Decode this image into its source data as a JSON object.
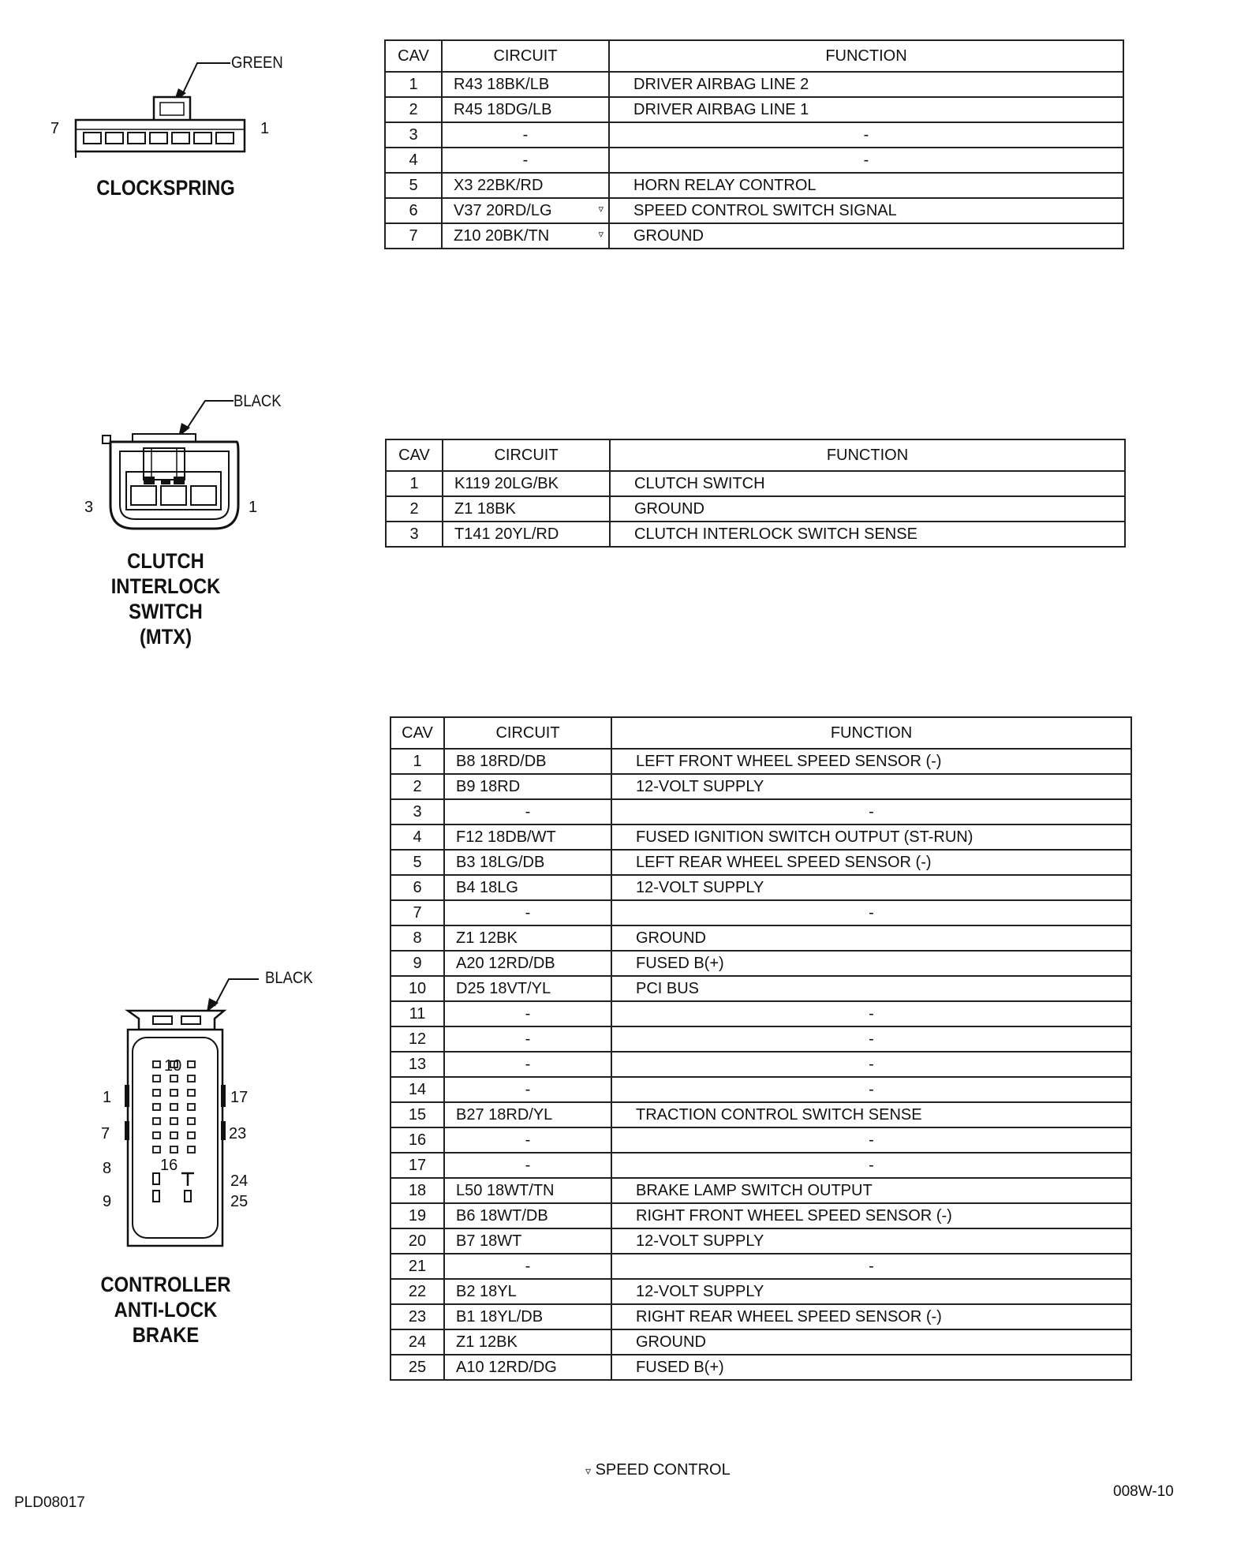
{
  "legend": {
    "symbol": "▿",
    "text": "SPEED CONTROL"
  },
  "footer": {
    "left_code": "PLD08017",
    "right_code": "008W-10"
  },
  "connectors": [
    {
      "title_lines": [
        "CLOCKSPRING"
      ],
      "color": "GREEN",
      "pin_labels": [
        "7",
        "1"
      ],
      "headers": [
        "CAV",
        "CIRCUIT",
        "FUNCTION"
      ],
      "rows": [
        {
          "cav": "1",
          "circuit": "R43 18BK/LB",
          "function": "DRIVER AIRBAG LINE 2"
        },
        {
          "cav": "2",
          "circuit": "R45 18DG/LB",
          "function": "DRIVER AIRBAG LINE 1"
        },
        {
          "cav": "3",
          "circuit": "-",
          "function": "-"
        },
        {
          "cav": "4",
          "circuit": "-",
          "function": "-"
        },
        {
          "cav": "5",
          "circuit": "X3 22BK/RD",
          "function": "HORN RELAY CONTROL"
        },
        {
          "cav": "6",
          "circuit": "V37 20RD/LG",
          "function": "SPEED CONTROL SWITCH SIGNAL",
          "marker": "▿"
        },
        {
          "cav": "7",
          "circuit": "Z10 20BK/TN",
          "function": "GROUND",
          "marker": "▿"
        }
      ]
    },
    {
      "title_lines": [
        "CLUTCH",
        "INTERLOCK",
        "SWITCH",
        "(MTX)"
      ],
      "color": "BLACK",
      "pin_labels": [
        "3",
        "1"
      ],
      "headers": [
        "CAV",
        "CIRCUIT",
        "FUNCTION"
      ],
      "rows": [
        {
          "cav": "1",
          "circuit": "K119 20LG/BK",
          "function": "CLUTCH SWITCH"
        },
        {
          "cav": "2",
          "circuit": "Z1 18BK",
          "function": "GROUND"
        },
        {
          "cav": "3",
          "circuit": "T141 20YL/RD",
          "function": "CLUTCH INTERLOCK SWITCH SENSE"
        }
      ]
    },
    {
      "title_lines": [
        "CONTROLLER",
        "ANTI-LOCK",
        "BRAKE"
      ],
      "color": "BLACK",
      "pin_labels": [
        "1",
        "7",
        "8",
        "9",
        "10",
        "16",
        "17",
        "23",
        "24",
        "25"
      ],
      "headers": [
        "CAV",
        "CIRCUIT",
        "FUNCTION"
      ],
      "rows": [
        {
          "cav": "1",
          "circuit": "B8  18RD/DB",
          "function": "LEFT FRONT WHEEL SPEED SENSOR (-)"
        },
        {
          "cav": "2",
          "circuit": "B9  18RD",
          "function": "12-VOLT SUPPLY"
        },
        {
          "cav": "3",
          "circuit": "-",
          "function": "-"
        },
        {
          "cav": "4",
          "circuit": "F12 18DB/WT",
          "function": "FUSED IGNITION SWITCH OUTPUT (ST-RUN)"
        },
        {
          "cav": "5",
          "circuit": "B3 18LG/DB",
          "function": "LEFT REAR WHEEL SPEED SENSOR (-)"
        },
        {
          "cav": "6",
          "circuit": "B4  18LG",
          "function": "12-VOLT SUPPLY"
        },
        {
          "cav": "7",
          "circuit": "-",
          "function": "-"
        },
        {
          "cav": "8",
          "circuit": "Z1 12BK",
          "function": "GROUND"
        },
        {
          "cav": "9",
          "circuit": "A20 12RD/DB",
          "function": "FUSED B(+)"
        },
        {
          "cav": "10",
          "circuit": "D25 18VT/YL",
          "function": "PCI BUS"
        },
        {
          "cav": "11",
          "circuit": "-",
          "function": "-"
        },
        {
          "cav": "12",
          "circuit": "-",
          "function": "-"
        },
        {
          "cav": "13",
          "circuit": "-",
          "function": "-"
        },
        {
          "cav": "14",
          "circuit": "-",
          "function": "-"
        },
        {
          "cav": "15",
          "circuit": "B27 18RD/YL",
          "function": "TRACTION CONTROL SWITCH SENSE"
        },
        {
          "cav": "16",
          "circuit": "-",
          "function": "-"
        },
        {
          "cav": "17",
          "circuit": "-",
          "function": "-"
        },
        {
          "cav": "18",
          "circuit": "L50 18WT/TN",
          "function": "BRAKE LAMP SWITCH OUTPUT"
        },
        {
          "cav": "19",
          "circuit": "B6 18WT/DB",
          "function": "RIGHT FRONT WHEEL SPEED SENSOR (-)"
        },
        {
          "cav": "20",
          "circuit": "B7 18WT",
          "function": "12-VOLT SUPPLY"
        },
        {
          "cav": "21",
          "circuit": "-",
          "function": "-"
        },
        {
          "cav": "22",
          "circuit": "B2 18YL",
          "function": "12-VOLT SUPPLY"
        },
        {
          "cav": "23",
          "circuit": "B1 18YL/DB",
          "function": "RIGHT REAR WHEEL SPEED SENSOR (-)"
        },
        {
          "cav": "24",
          "circuit": "Z1 12BK",
          "function": "GROUND"
        },
        {
          "cav": "25",
          "circuit": "A10 12RD/DG",
          "function": "FUSED B(+)"
        }
      ]
    }
  ]
}
